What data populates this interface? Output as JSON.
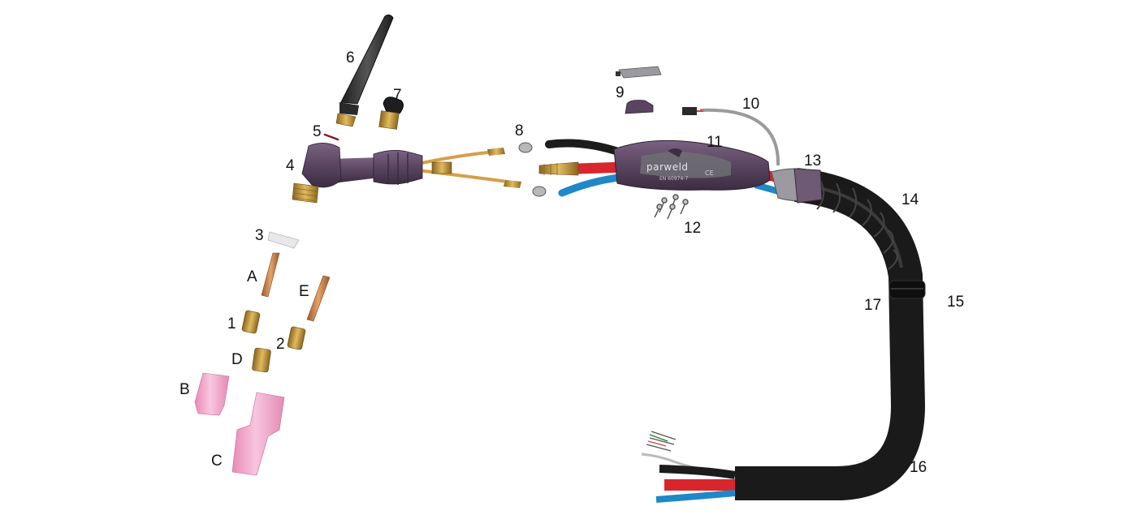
{
  "brand": {
    "name": "parweld",
    "standard": "EN 60974-7",
    "mark": "CE"
  },
  "callouts": {
    "c1": "1",
    "c2": "2",
    "c3": "3",
    "c4": "4",
    "c5": "5",
    "c6": "6",
    "c7": "7",
    "c8": "8",
    "c9": "9",
    "c10": "10",
    "c11": "11",
    "c12": "12",
    "c13": "13",
    "c14": "14",
    "c15": "15",
    "c16": "16",
    "c17": "17",
    "cA": "A",
    "cB": "B",
    "cC": "C",
    "cD": "D",
    "cE": "E"
  },
  "colors": {
    "handle_purple": "#5a4560",
    "cable_black": "#1c1c1c",
    "hose_red": "#d8262c",
    "hose_blue": "#1f88c8",
    "brass": "#c79a3a",
    "copper": "#c9824a",
    "ceramic_pink": "#f2a6c8"
  }
}
